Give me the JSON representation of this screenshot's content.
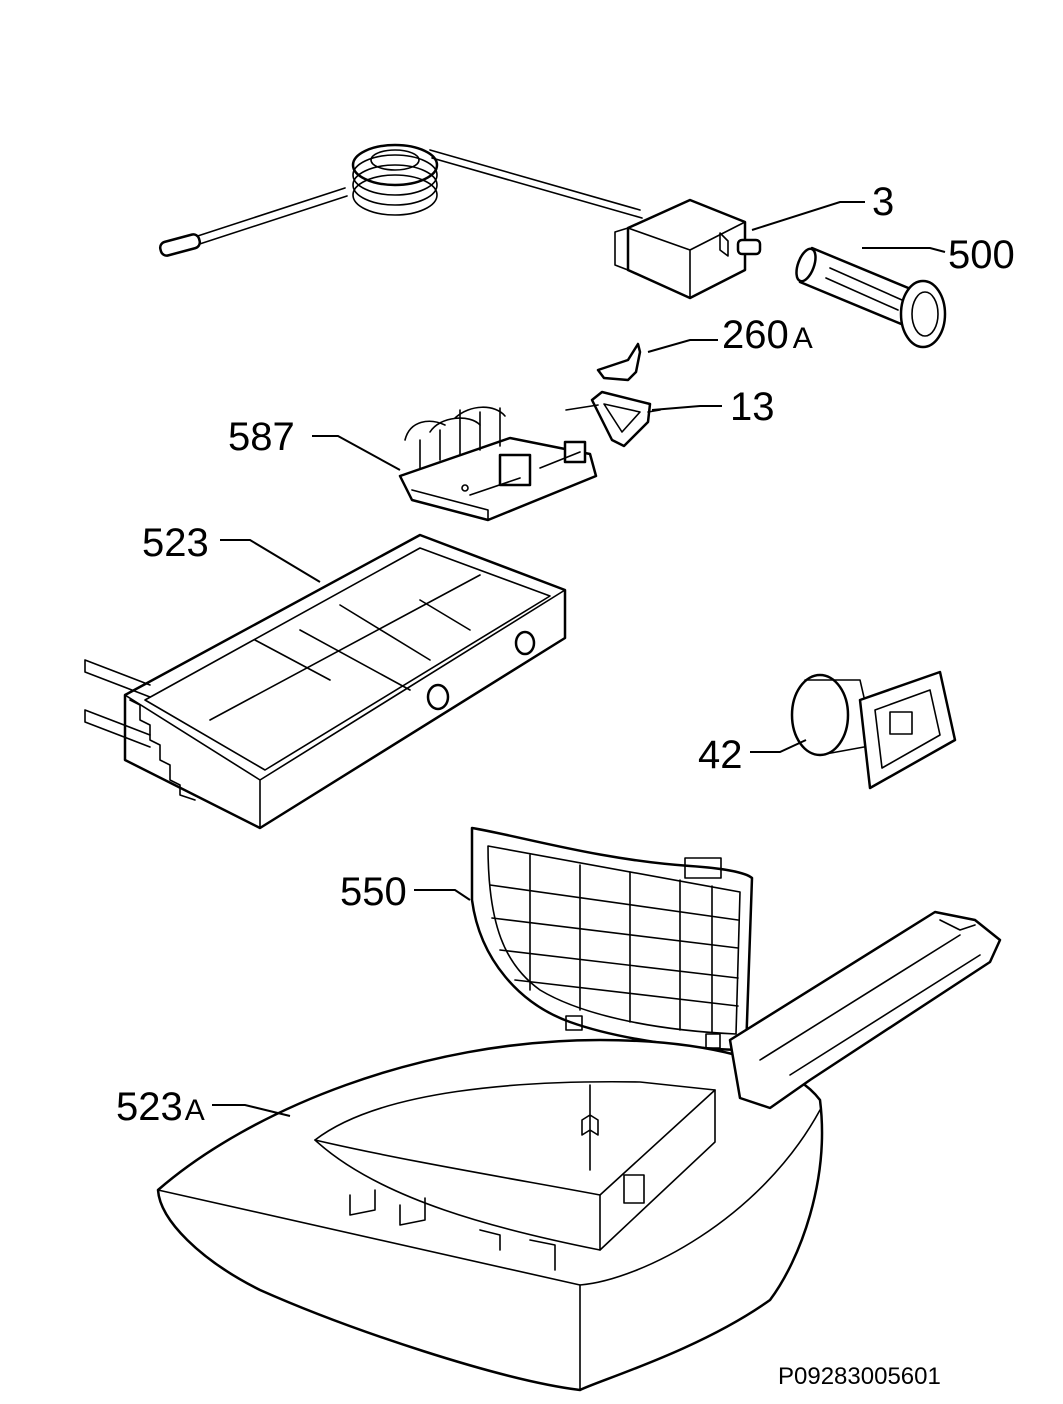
{
  "labels": {
    "p3": "3",
    "p500": "500",
    "p260": "260",
    "p260_suffix": "A",
    "p13": "13",
    "p587": "587",
    "p523": "523",
    "p42": "42",
    "p550": "550",
    "p523a": "523",
    "p523a_suffix": "A"
  },
  "drawing_code": "P09283005601",
  "colors": {
    "line": "#000000",
    "background": "#ffffff"
  }
}
